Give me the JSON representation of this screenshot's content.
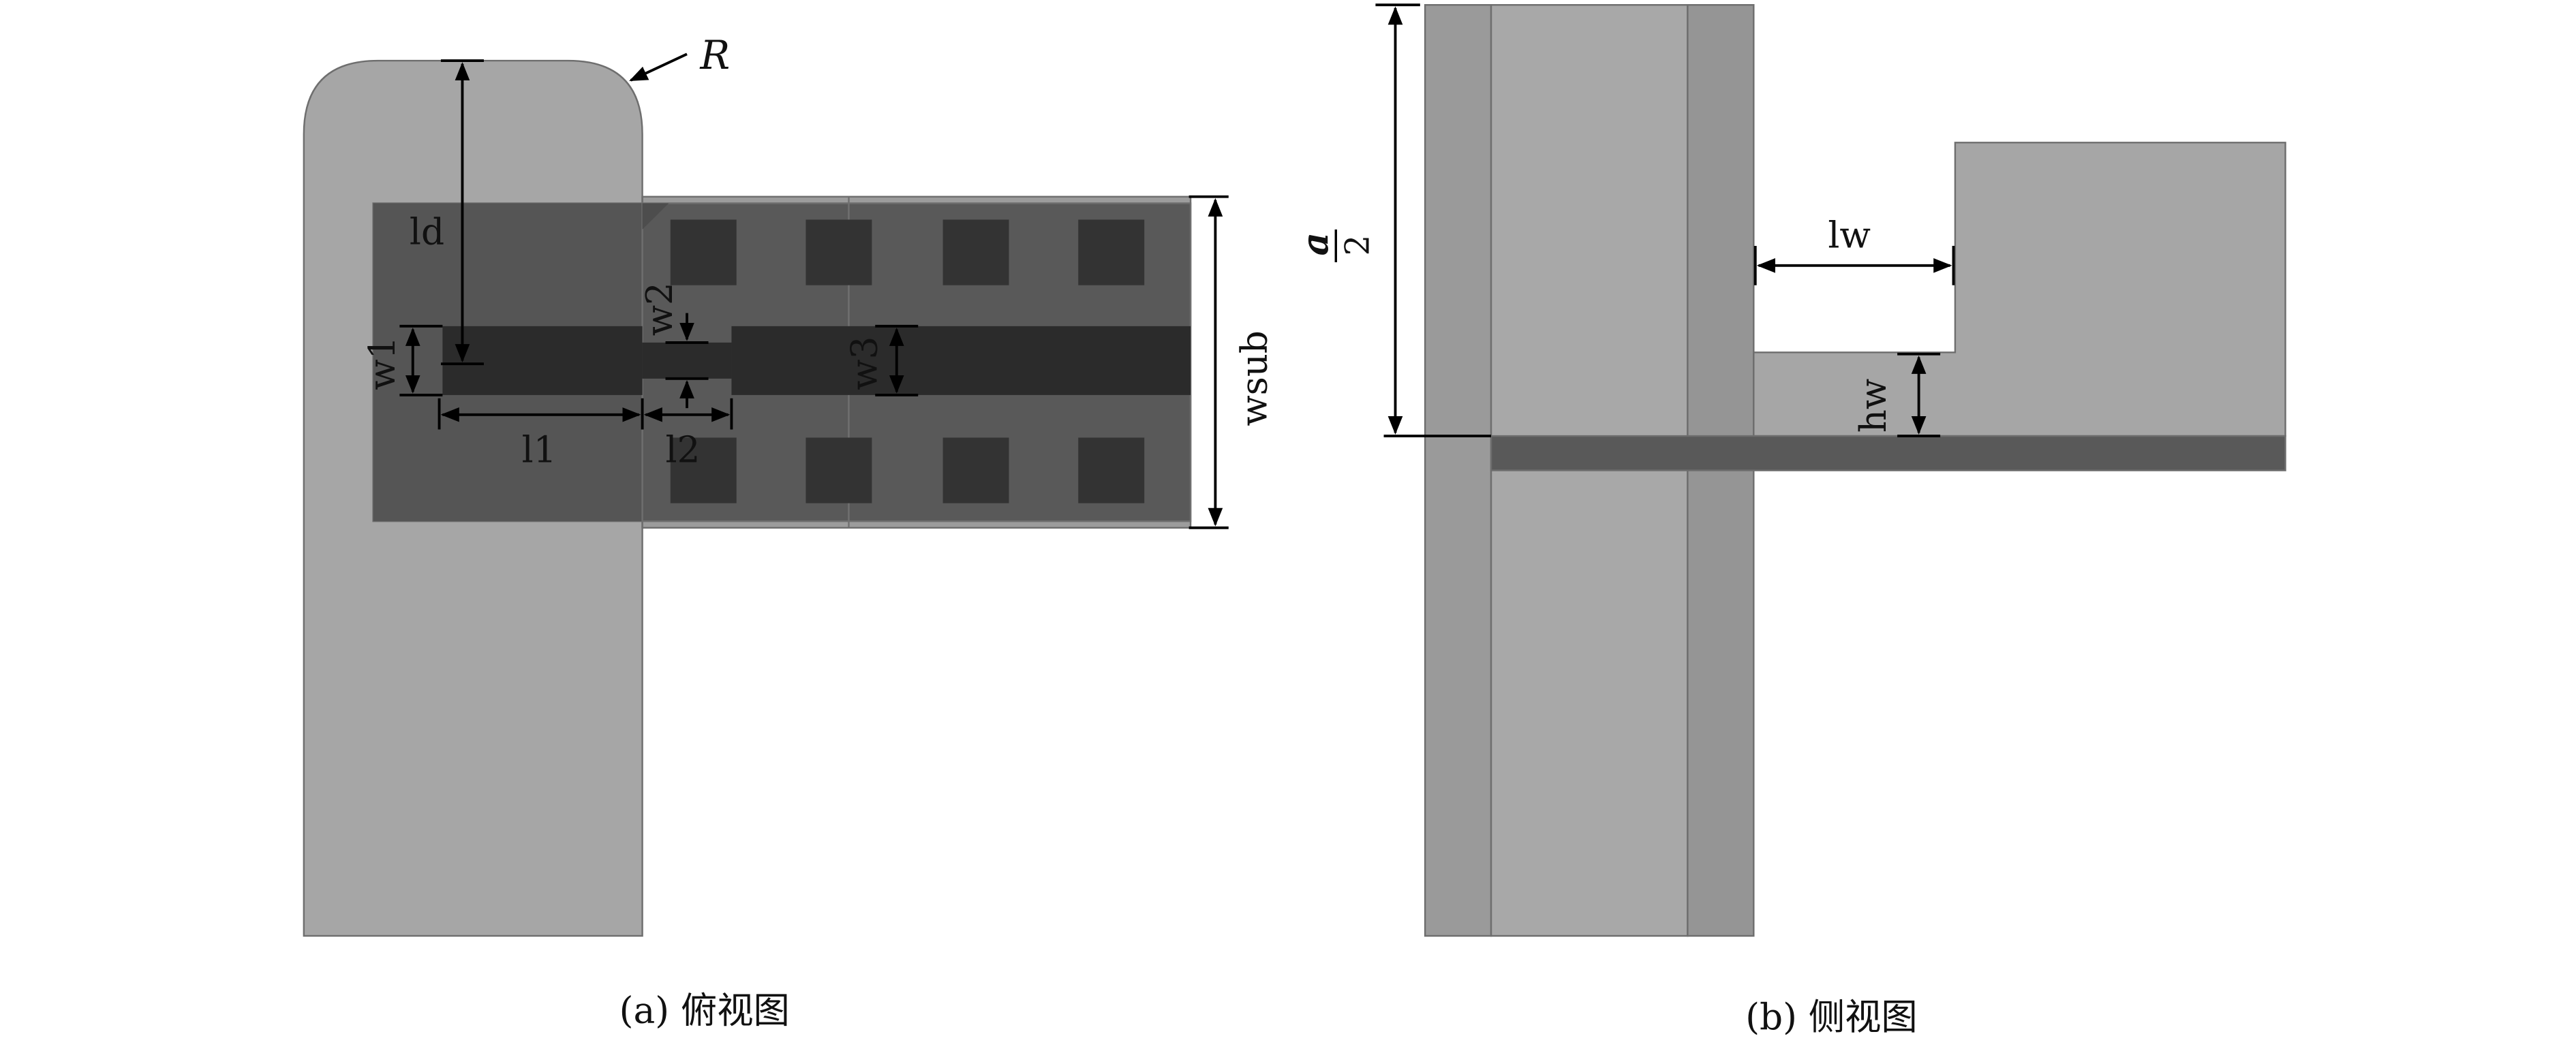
{
  "panel_a": {
    "caption": "(a)  俯视图",
    "labels": {
      "R": "R",
      "ld": "ld",
      "w1": "w1",
      "w2": "w2",
      "w3": "w3",
      "l1": "l1",
      "l2": "l2",
      "wsub": "wsub"
    }
  },
  "panel_b": {
    "caption": "(b)  侧视图",
    "labels": {
      "a_num": "a",
      "a_den": "2",
      "lw": "lw",
      "hw": "hw"
    }
  },
  "colors": {
    "waveguide": "#a6a6a6",
    "waveguide_side": "#959595",
    "substrate": "#595959",
    "microstrip": "#2b2b2b",
    "via_pad": "#333333",
    "outline": "#6e6e6e",
    "dimension": "#000000"
  }
}
